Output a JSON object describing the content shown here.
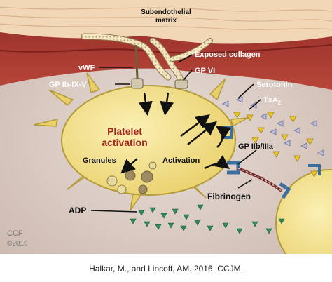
{
  "figure": {
    "labels": {
      "matrix_line1": "Subendothelial",
      "matrix_line2": "matrix",
      "vwf": "vWF",
      "exposed_collagen": "Exposed collagen",
      "gp_vi": "GP VI",
      "gp_ib": "GP Ib-IX-V",
      "serotonin": "Serotonin",
      "txa2": "TxA",
      "txa2_sub": "2",
      "platelet_line1": "Platelet",
      "platelet_line2": "activation",
      "granules": "Granules",
      "activation": "Activation",
      "gp_iib": "GP IIb/IIIa",
      "adp": "ADP",
      "fibrinogen": "Fibrinogen"
    },
    "watermark": {
      "line1": "CCF",
      "line2": "©2016"
    },
    "colors": {
      "vessel_wall": "#a0342c",
      "matrix": "#f1d7b6",
      "platelet": "#f2de7e",
      "platelet_stroke": "#b39b3a",
      "activation_text": "#a3271e",
      "adp_green": "#2e8b57",
      "txa2_yellow": "#e9c62a",
      "serotonin_grey": "#b9bdd6",
      "receptor_blue": "#3b6fa0"
    }
  },
  "caption": "Halkar, M., and Lincoff, AM. 2016. CCJM."
}
